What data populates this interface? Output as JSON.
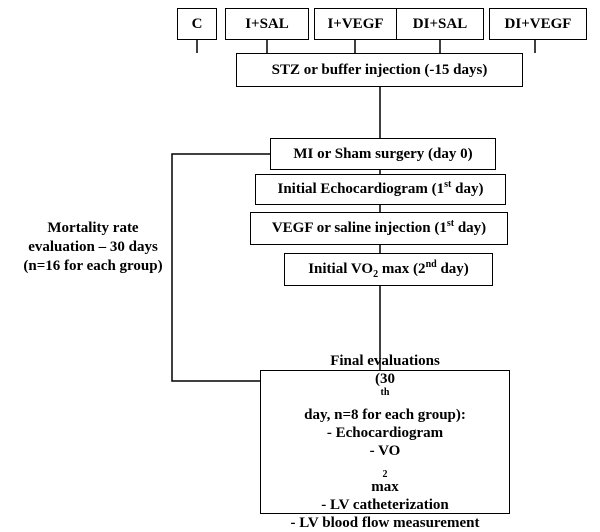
{
  "groups": [
    "C",
    "I+SAL",
    "I+VEGF",
    "DI+SAL",
    "DI+VEGF"
  ],
  "steps": {
    "stz": "STZ or buffer injection (-15 days)",
    "mi": "MI or Sham surgery (day 0)",
    "echo": {
      "before": "Initial Echocardiogram (1",
      "sup": "st",
      "after": " day)"
    },
    "vegf": {
      "before": "VEGF or saline injection (1",
      "sup": "st",
      "after": " day)"
    },
    "vo2": {
      "before": "Initial VO",
      "sub": "2",
      "mid": " max (2",
      "sup": "nd",
      "after": " day)"
    }
  },
  "mortality": {
    "line1": "Mortality rate",
    "line2": "evaluation – 30 days",
    "line3": "(n=16 for each group)"
  },
  "final": {
    "title": "Final evaluations",
    "subtitle_before": "(30",
    "subtitle_sup": "th",
    "subtitle_after": " day, n=8 for each group):",
    "item1": "- Echocardiogram",
    "item2_before": "- VO",
    "item2_sub": "2",
    "item2_after": " max",
    "item3": "- LV catheterization",
    "item4": "- LV blood flow measurement"
  }
}
